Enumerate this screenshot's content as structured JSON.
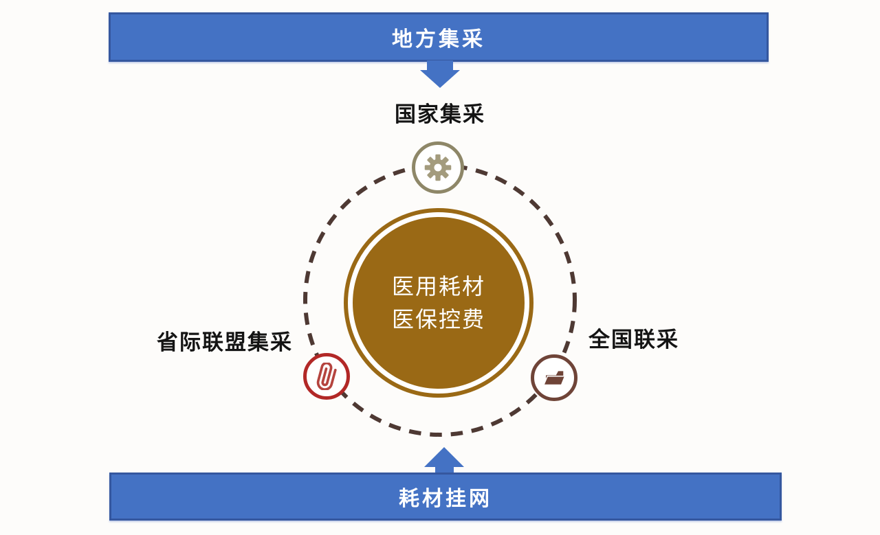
{
  "top_flow": {
    "banner_label": "地方集采",
    "target_label": "国家集采"
  },
  "center_circle": {
    "line1": "医用耗材",
    "line2": "医保控费"
  },
  "side_labels": {
    "left": "省际联盟集采",
    "right": "全国联采"
  },
  "bottom_flow": {
    "banner_label": "耗材挂网"
  },
  "icons": {
    "top": "gear-icon",
    "bottom_left": "paperclip-icon",
    "bottom_right": "folder-icon"
  },
  "colors": {
    "banner_fill": "#4472C4",
    "banner_border": "#35579F",
    "arrow_fill": "#4472C4",
    "orbit_dash": "#4E3933",
    "center_fill": "#9A6915",
    "center_text": "#FFFFFF",
    "gear_ring": "#8E8768",
    "gear_glyph": "#A39B7D",
    "paperclip_ring": "#B22827",
    "paperclip_glyph": "#B5443F",
    "folder_color": "#6F4438",
    "label_text": "#141414"
  }
}
